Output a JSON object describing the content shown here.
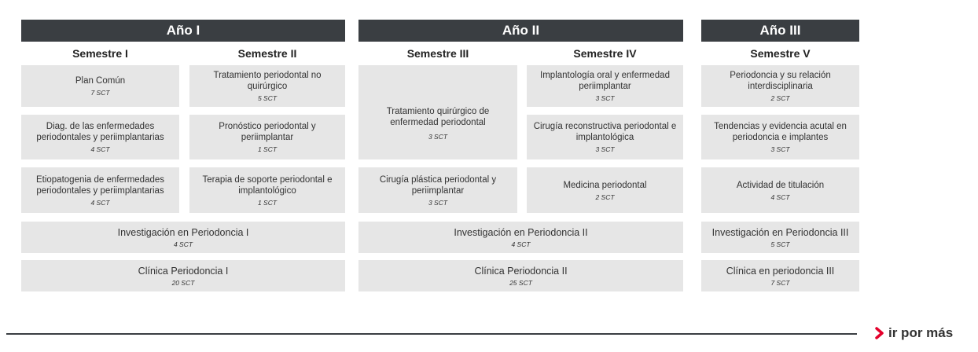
{
  "years": [
    {
      "label": "Año I"
    },
    {
      "label": "Año II"
    },
    {
      "label": "Año III"
    }
  ],
  "semesters": [
    {
      "label": "Semestre I"
    },
    {
      "label": "Semestre II"
    },
    {
      "label": "Semestre III"
    },
    {
      "label": "Semestre IV"
    },
    {
      "label": "Semestre V"
    }
  ],
  "courses": {
    "s1": [
      {
        "name": "Plan Común",
        "sct": "7 SCT"
      },
      {
        "name": "Diag. de las enfermedades periodontales y periimplantarias",
        "sct": "4 SCT"
      },
      {
        "name": "Etiopatogenia de enfermedades periodontales y periimplantarias",
        "sct": "4 SCT"
      }
    ],
    "s2": [
      {
        "name": "Tratamiento periodontal no quirúrgico",
        "sct": "5 SCT"
      },
      {
        "name": "Pronóstico periodontal y periimplantar",
        "sct": "1 SCT"
      },
      {
        "name": "Terapia de soporte periodontal e implantológico",
        "sct": "1 SCT"
      }
    ],
    "s3": [
      {
        "name": "Tratamiento quirúrgico de enfermedad periodontal",
        "sct": "3 SCT"
      },
      {
        "name": "Cirugía plástica periodontal y periimplantar",
        "sct": "3 SCT"
      }
    ],
    "s4": [
      {
        "name": "Implantología oral y enfermedad periimplantar",
        "sct": "3 SCT"
      },
      {
        "name": "Cirugía reconstructiva periodontal e implantológica",
        "sct": "3 SCT"
      },
      {
        "name": "Medicina periodontal",
        "sct": "2 SCT"
      }
    ],
    "s5": [
      {
        "name": "Periodoncia y su relación interdisciplinaria",
        "sct": "2 SCT"
      },
      {
        "name": "Tendencias y evidencia acutal en periodoncia e implantes",
        "sct": "3 SCT"
      },
      {
        "name": "Actividad de titulación",
        "sct": "4 SCT"
      }
    ]
  },
  "annual": {
    "y1": [
      {
        "name": "Investigación en Periodoncia I",
        "sct": "4 SCT"
      },
      {
        "name": "Clínica Periodoncia I",
        "sct": "20 SCT"
      }
    ],
    "y2": [
      {
        "name": "Investigación en Periodoncia II",
        "sct": "4 SCT"
      },
      {
        "name": "Clínica Periodoncia II",
        "sct": "25 SCT"
      }
    ],
    "y3": [
      {
        "name": "Investigación en Periodoncia III",
        "sct": "5 SCT"
      },
      {
        "name": "Clínica en periodoncia III",
        "sct": "7 SCT"
      }
    ]
  },
  "footer": {
    "more_label": "ir por más",
    "accent_color": "#e4002b",
    "icon": "chevron-right-icon"
  }
}
